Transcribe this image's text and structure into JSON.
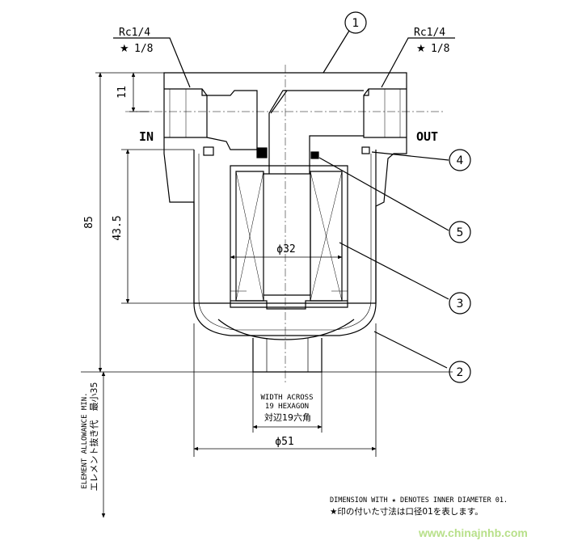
{
  "callouts": [
    "1",
    "2",
    "3",
    "4",
    "5"
  ],
  "ports": {
    "in_label": "IN",
    "out_label": "OUT"
  },
  "threads": {
    "left_size": "Rc1/4",
    "left_star": "1/8",
    "right_size": "Rc1/4",
    "right_star": "1/8"
  },
  "dimensions": {
    "top_offset": "11",
    "overall_height": "85",
    "element_height": "43.5",
    "element_dia": "ϕ32",
    "body_dia": "ϕ51",
    "hex_en_1": "WIDTH ACROSS",
    "hex_en_2": "19 HEXAGON",
    "hex_jp": "対辺19六角",
    "allowance_en": "ELEMENT ALLOWANCE MIN.",
    "allowance_jp": "エレメント抜き代　最小35"
  },
  "notes": {
    "en": "DIMENSION WITH ★ DENOTES INNER DIAMETER 01.",
    "jp": "★印の付いた寸法は口径01を表します。"
  },
  "watermark": "www.chinajnhb.com",
  "colors": {
    "line": "#000000",
    "watermark": "#b8e08a"
  }
}
